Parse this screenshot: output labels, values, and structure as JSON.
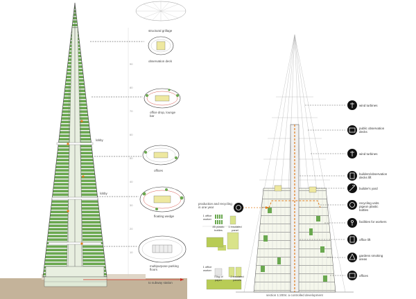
{
  "left_section": {
    "plan_labels": [
      "structural grillage",
      "observation deck",
      "office drop, lounge bar",
      "offices",
      "floating wedge",
      "multipurpose parking floors"
    ],
    "floor_numbers": [
      "90",
      "80",
      "70",
      "60",
      "50",
      "40",
      "30",
      "20",
      "10"
    ],
    "marker_labels": [
      "lobby",
      "lobby"
    ],
    "footer_label": "to subway station"
  },
  "right_section": {
    "legend": [
      {
        "icon": "wind-turbine-icon",
        "label": "wind turbines"
      },
      {
        "icon": "observation-icon",
        "label": "public observation decks"
      },
      {
        "icon": "wind-turbine-icon",
        "label": "wind turbines"
      },
      {
        "icon": "lift-icon",
        "label": "builders/observation decks lift"
      },
      {
        "icon": "crane-icon",
        "label": "builder's yard"
      },
      {
        "icon": "recycle-icon",
        "label": "recycling units pigeon plastic bottles"
      },
      {
        "icon": "worker-icon",
        "label": "facilities for workers"
      },
      {
        "icon": "lift-icon",
        "label": "office lift"
      },
      {
        "icon": "tree-icon",
        "label": "gardens smoking areas"
      },
      {
        "icon": "office-icon",
        "label": "offices"
      }
    ],
    "production_label": "production and recycling in one year",
    "row1": {
      "left": "1 office worker",
      "mid": "85 plastic bottles",
      "right": "1 insulated panel"
    },
    "row2": {
      "left": "1 office worker",
      "mid": "70kg of paper",
      "right": "2 insulated panels"
    },
    "caption": "section 1:200s: a controlled development"
  },
  "colors": {
    "green": "#6aa84f",
    "dark_green": "#3d7a2a",
    "orange": "#e07b1a",
    "red": "#cc2a1e",
    "grey": "#888888",
    "ground": "#c4b39a"
  }
}
